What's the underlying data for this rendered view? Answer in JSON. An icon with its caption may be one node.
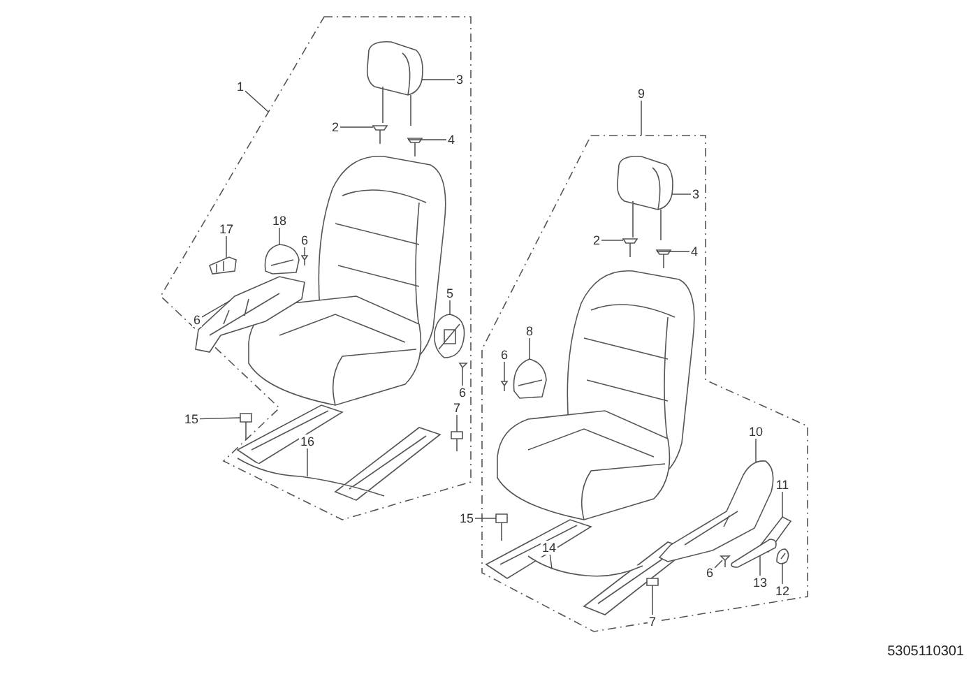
{
  "diagram": {
    "nodes": [
      {
        "text": [
          "1"
        ]
      },
      {
        "text": [],
        "shape": "box"
      },
      {
        "text": [
          "3"
        ],
        "in": 1
      },
      {
        "text": [],
        "shape": "picture",
        "in": 1
      },
      {
        "text": [
          "2"
        ],
        "in": 1
      },
      {
        "text": [],
        "shape": "picture",
        "in": 1
      },
      {
        "text": [
          "4"
        ],
        "in": 1
      },
      {
        "text": [],
        "shape": "picture",
        "in": 1
      },
      {
        "text": [
          "17"
        ],
        "in": 1
      },
      {
        "text": [],
        "shape": "picture",
        "in": 1
      },
      {
        "text": [
          "18"
        ],
        "in": 1
      },
      {
        "text": [],
        "shape": "picture",
        "in": 1
      },
      {
        "text": [
          "6"
        ],
        "in": 1
      },
      {
        "text": [],
        "shape": "picture",
        "in": 1
      },
      {
        "text": [
          "6"
        ],
        "in": 1
      },
      {
        "text": [],
        "shape": "picture",
        "in": 1
      },
      {
        "text": [
          "5"
        ],
        "in": 1
      },
      {
        "text": [],
        "shape": "picture",
        "in": 1
      },
      {
        "text": [
          "6"
        ],
        "in": 1
      },
      {
        "text": [],
        "shape": "picture",
        "in": 1
      },
      {
        "text": [
          "15"
        ],
        "in": 1
      },
      {
        "text": [],
        "shape": "picture",
        "in": 1
      },
      {
        "text": [
          "16"
        ],
        "in": 1
      },
      {
        "text": [],
        "shape": "picture",
        "in": 1
      },
      {
        "text": [
          "7"
        ],
        "in": 1
      },
      {
        "text": [],
        "shape": "picture",
        "in": 1
      },
      {
        "text": [
          "9"
        ]
      },
      {
        "text": [],
        "shape": "box"
      },
      {
        "text": [
          "3"
        ],
        "in": 27
      },
      {
        "text": [],
        "shape": "picture",
        "in": 27
      },
      {
        "text": [
          "2"
        ],
        "in": 27
      },
      {
        "text": [],
        "shape": "picture",
        "in": 27
      },
      {
        "text": [
          "4"
        ],
        "in": 27
      },
      {
        "text": [],
        "shape": "picture",
        "in": 27
      },
      {
        "text": [
          "8"
        ],
        "in": 27
      },
      {
        "text": [],
        "shape": "picture",
        "in": 27
      },
      {
        "text": [
          "6"
        ],
        "in": 27
      },
      {
        "text": [],
        "shape": "picture",
        "in": 27
      },
      {
        "text": [
          "10"
        ],
        "in": 27
      },
      {
        "text": [],
        "shape": "picture",
        "in": 27
      },
      {
        "text": [
          "11"
        ],
        "in": 27
      },
      {
        "text": [],
        "shape": "picture",
        "in": 27
      },
      {
        "text": [
          "6"
        ],
        "in": 27
      },
      {
        "text": [],
        "shape": "picture",
        "in": 27
      },
      {
        "text": [
          "13"
        ],
        "in": 27
      },
      {
        "text": [],
        "shape": "picture",
        "in": 27
      },
      {
        "text": [
          "12"
        ],
        "in": 27
      },
      {
        "text": [],
        "shape": "picture",
        "in": 27
      },
      {
        "text": [
          "15"
        ]
      },
      {
        "text": [],
        "shape": "picture",
        "in": 27
      },
      {
        "text": [
          "14"
        ],
        "in": 27
      },
      {
        "text": [],
        "shape": "picture",
        "in": 27
      },
      {
        "text": [
          "7"
        ],
        "in": 27
      },
      {
        "text": [],
        "shape": "picture",
        "in": 27
      }
    ],
    "edges": [
      {
        "from": 0,
        "to": 1,
        "arrow": "none"
      },
      {
        "from": 2,
        "to": 3,
        "arrow": "none"
      },
      {
        "from": 4,
        "to": 5,
        "arrow": "none"
      },
      {
        "from": 6,
        "to": 7,
        "arrow": "none"
      },
      {
        "from": 8,
        "to": 9,
        "arrow": "none"
      },
      {
        "from": 10,
        "to": 11,
        "arrow": "none"
      },
      {
        "from": 12,
        "to": 13,
        "arrow": "none"
      },
      {
        "from": 14,
        "to": 15,
        "arrow": "none"
      },
      {
        "from": 16,
        "to": 17,
        "arrow": "none"
      },
      {
        "from": 18,
        "to": 19,
        "arrow": "none"
      },
      {
        "from": 20,
        "to": 21,
        "arrow": "none"
      },
      {
        "from": 22,
        "to": 23,
        "arrow": "none"
      },
      {
        "from": 24,
        "to": 25,
        "arrow": "none"
      },
      {
        "from": 26,
        "to": 27,
        "arrow": "none"
      },
      {
        "from": 28,
        "to": 29,
        "arrow": "none"
      },
      {
        "from": 30,
        "to": 31,
        "arrow": "none"
      },
      {
        "from": 32,
        "to": 33,
        "arrow": "none"
      },
      {
        "from": 34,
        "to": 35,
        "arrow": "none"
      },
      {
        "from": 36,
        "to": 37,
        "arrow": "none"
      },
      {
        "from": 38,
        "to": 39,
        "arrow": "none"
      },
      {
        "from": 40,
        "to": 41,
        "arrow": "none"
      },
      {
        "from": 42,
        "to": 43,
        "arrow": "none"
      },
      {
        "from": 44,
        "to": 45,
        "arrow": "none"
      },
      {
        "from": 46,
        "to": 47,
        "arrow": "none"
      },
      {
        "from": 48,
        "to": 49,
        "arrow": "none"
      },
      {
        "from": 50,
        "to": 51,
        "arrow": "none"
      },
      {
        "from": 52,
        "to": 53,
        "arrow": "none"
      }
    ],
    "labels": [
      "5305110301"
    ]
  }
}
